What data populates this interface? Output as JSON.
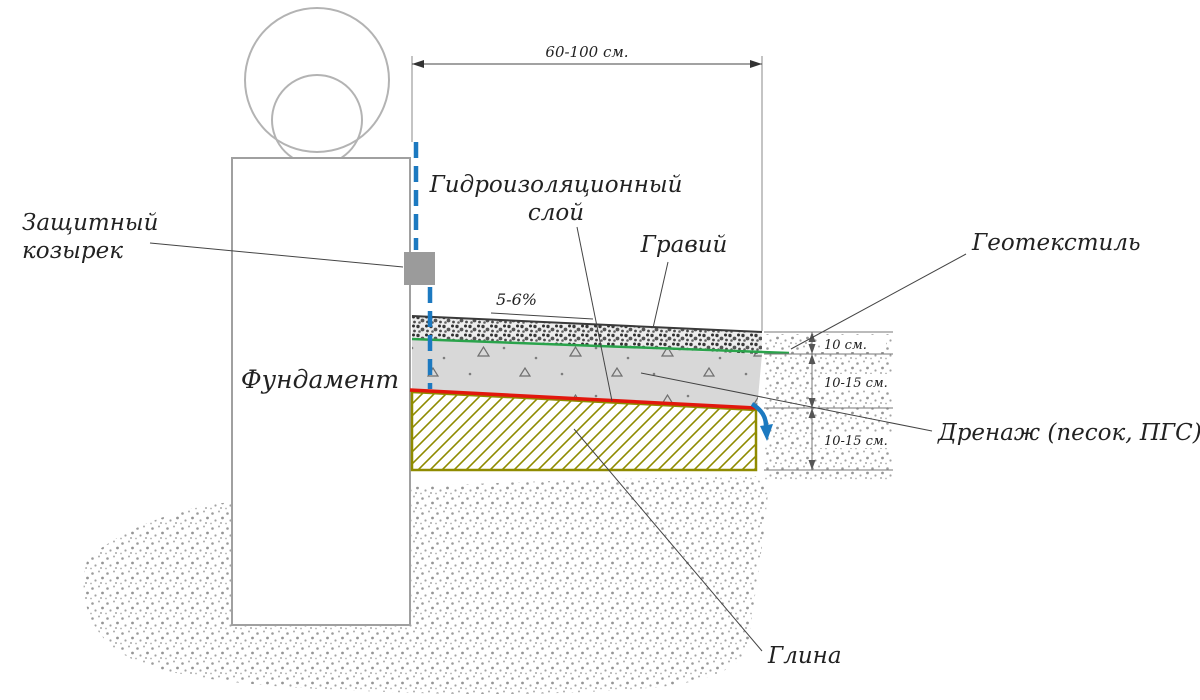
{
  "diagram": {
    "callouts": {
      "protective_visor_line1": "Защитный",
      "protective_visor_line2": "козырек",
      "foundation": "Фундамент",
      "waterproofing_line1": "Гидроизоляционный",
      "waterproofing_line2": "слой",
      "gravel": "Гравий",
      "geotextile": "Геотекстиль",
      "drainage": "Дренаж (песок, ПГС)",
      "clay": "Глина",
      "slope": "5-6%"
    },
    "dimensions": {
      "width": "60-100 см.",
      "gravel_thickness": "10 см.",
      "drainage_thickness": "10-15 см.",
      "clay_thickness": "10-15 см."
    },
    "colors": {
      "waterproofing_blue": "#1c79c0",
      "geotextile_green": "#2aa34b",
      "membrane_red": "#e2170d",
      "clay_olive": "#8f8b00",
      "visor_gray": "#9b9b9b"
    }
  }
}
